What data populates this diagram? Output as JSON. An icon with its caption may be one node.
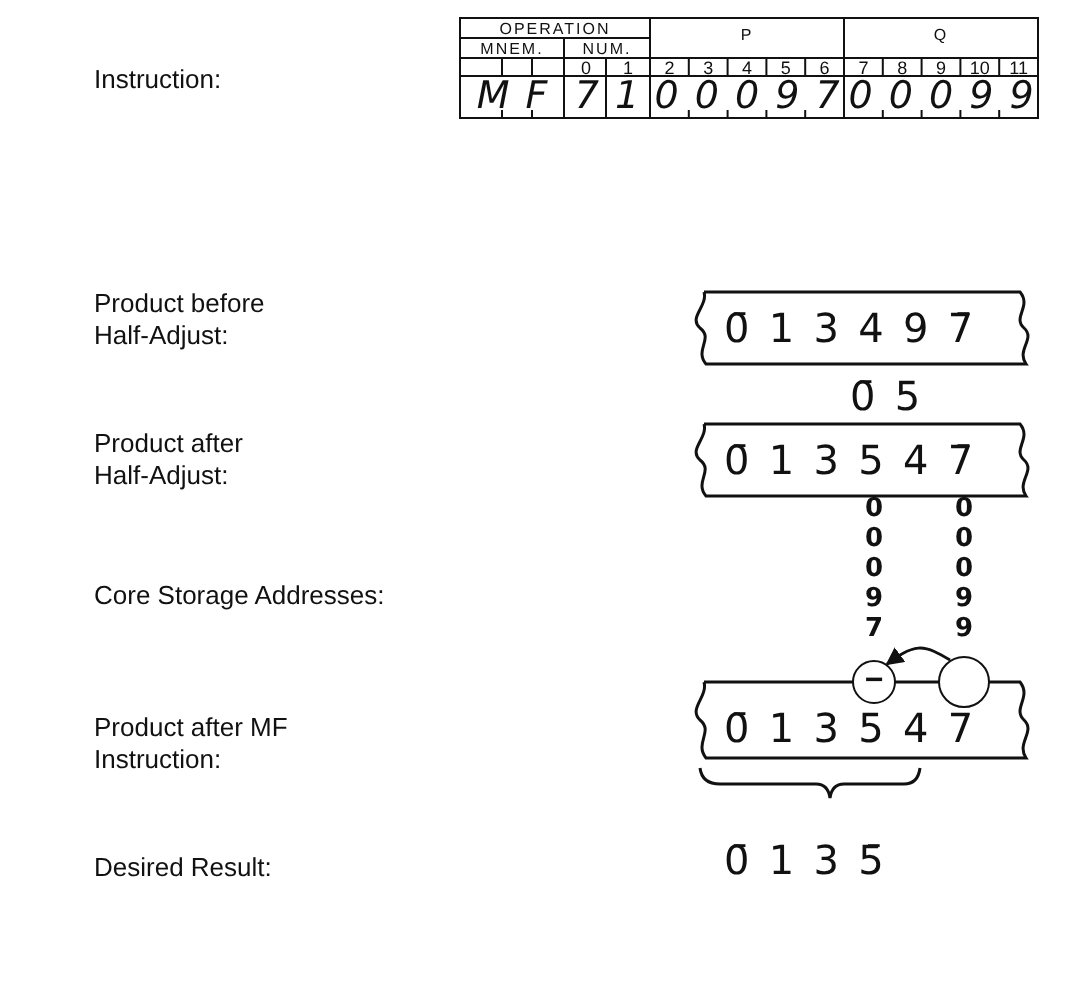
{
  "diagram": {
    "nodes": [
      {
        "text": [
          "0̄ 1 3 4 9 7̄"
        ]
      },
      {
        "text": [
          "0̄ 1 3 5 4 7̄"
        ]
      },
      {
        "text": [
          "−"
        ]
      },
      {
        "text": [],
        "shape": "circle"
      },
      {
        "text": [
          "0̄ 1 3 5 4 7"
        ]
      }
    ],
    "edges": [
      {
        "from": 3,
        "to": 2,
        "arrow": "to"
      }
    ],
    "labels": [
      "Instruction:",
      "OPERATION",
      "P",
      "Q",
      "MNEM.",
      "NUM.",
      "0",
      "1",
      "2",
      "3",
      "4",
      "5",
      "6",
      "7",
      "8",
      "9",
      "10",
      "11",
      "M F",
      "7 1",
      "0 0 0 9 7",
      "0 0 0 9 9",
      "Product before Half-Adjust:",
      "0̄ 5",
      "Product after Half-Adjust:",
      "Core Storage Addresses:",
      "0 0 0 9 7",
      "0 0 0 9 9",
      "Product after MF Instruction:",
      "Desired Result:",
      "0̄ 1 3 5̄"
    ]
  }
}
